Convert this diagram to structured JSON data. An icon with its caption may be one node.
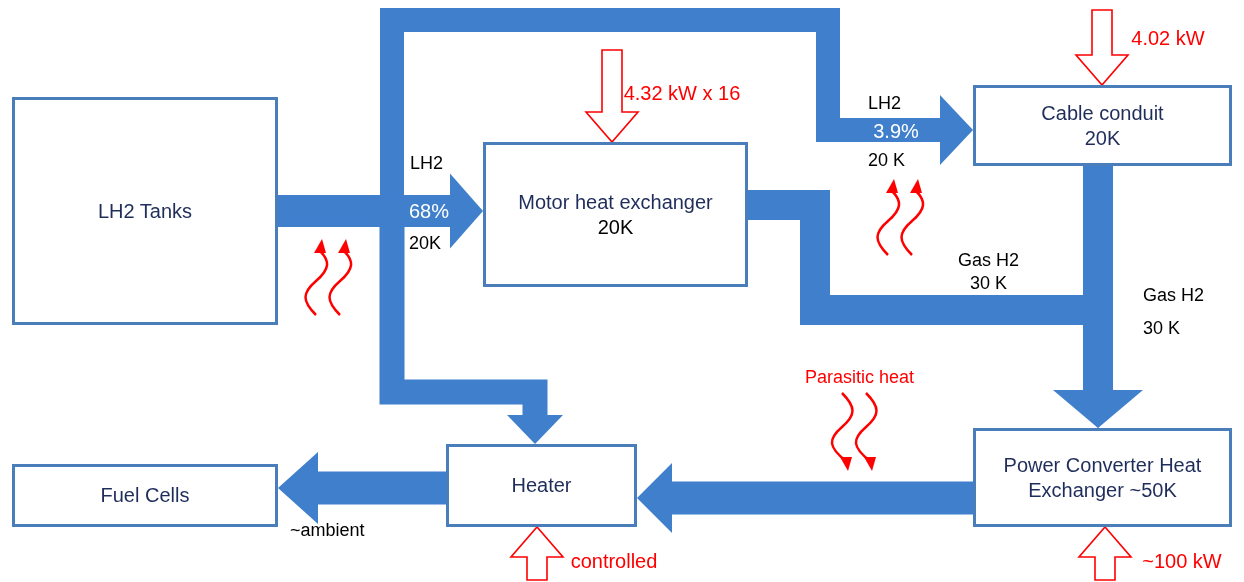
{
  "diagram": {
    "nodes": [
      {
        "text": [
          "LH2 Tanks"
        ]
      },
      {
        "text": [
          "Motor heat exchanger",
          "20K"
        ]
      },
      {
        "text": [
          "Cable conduit",
          "20K"
        ]
      },
      {
        "text": [
          "Power Converter Heat Exchanger ~50K"
        ]
      },
      {
        "text": [
          "Heater"
        ]
      },
      {
        "text": [
          "Fuel Cells"
        ]
      }
    ],
    "edges": [
      {
        "from": 0,
        "to": 1,
        "arrow": "to",
        "label": "68%"
      },
      {
        "from": 0,
        "to": 2,
        "arrow": "to",
        "label": "3.9%"
      },
      {
        "from": 0,
        "to": 4,
        "arrow": "to"
      },
      {
        "from": 1,
        "to": 3,
        "arrow": "to"
      },
      {
        "from": 2,
        "to": 3,
        "arrow": "to"
      },
      {
        "from": 3,
        "to": 4,
        "arrow": "to"
      },
      {
        "from": 4,
        "to": 5,
        "arrow": "to"
      },
      {
        "from": null,
        "to": 1,
        "arrow": "to",
        "label": "4.32 kW x 16",
        "color": "#ff0000"
      },
      {
        "from": null,
        "to": 2,
        "arrow": "to",
        "label": "4.02 kW",
        "color": "#ff0000"
      },
      {
        "from": null,
        "to": 4,
        "arrow": "to",
        "label": "controlled",
        "color": "#ff0000"
      },
      {
        "from": null,
        "to": 3,
        "arrow": "to",
        "label": "~100 kW",
        "color": "#ff0000"
      }
    ],
    "labels": [
      "LH2",
      "LH2",
      "20 K",
      "20K",
      "Gas H2",
      "30 K",
      "Gas H2",
      "30 K",
      "Parasitic heat",
      "~ambient"
    ]
  }
}
